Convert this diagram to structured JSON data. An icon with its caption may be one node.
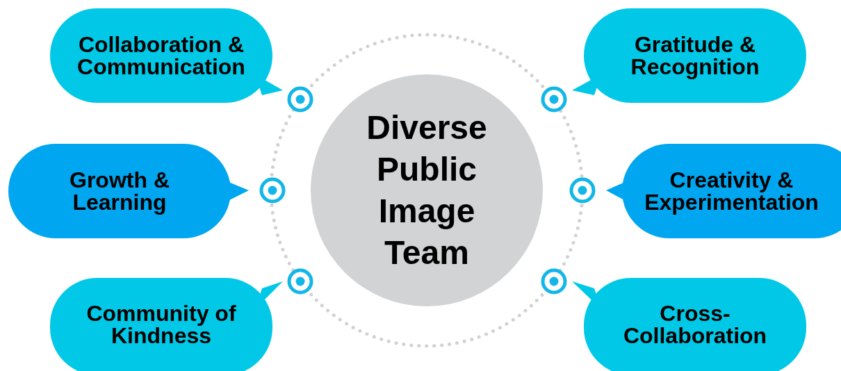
{
  "diagram": {
    "nodes": [
      {
        "text": [
          "Diverse Public Image Team"
        ]
      },
      {
        "text": [
          "Collaboration & Communication"
        ]
      },
      {
        "text": [
          "Gratitude & Recognition"
        ]
      },
      {
        "text": [
          "Growth & Learning"
        ]
      },
      {
        "text": [
          "Creativity & Experimentation"
        ]
      },
      {
        "text": [
          "Community of Kindness"
        ]
      },
      {
        "text": [
          "Cross-Collaboration"
        ]
      }
    ]
  }
}
